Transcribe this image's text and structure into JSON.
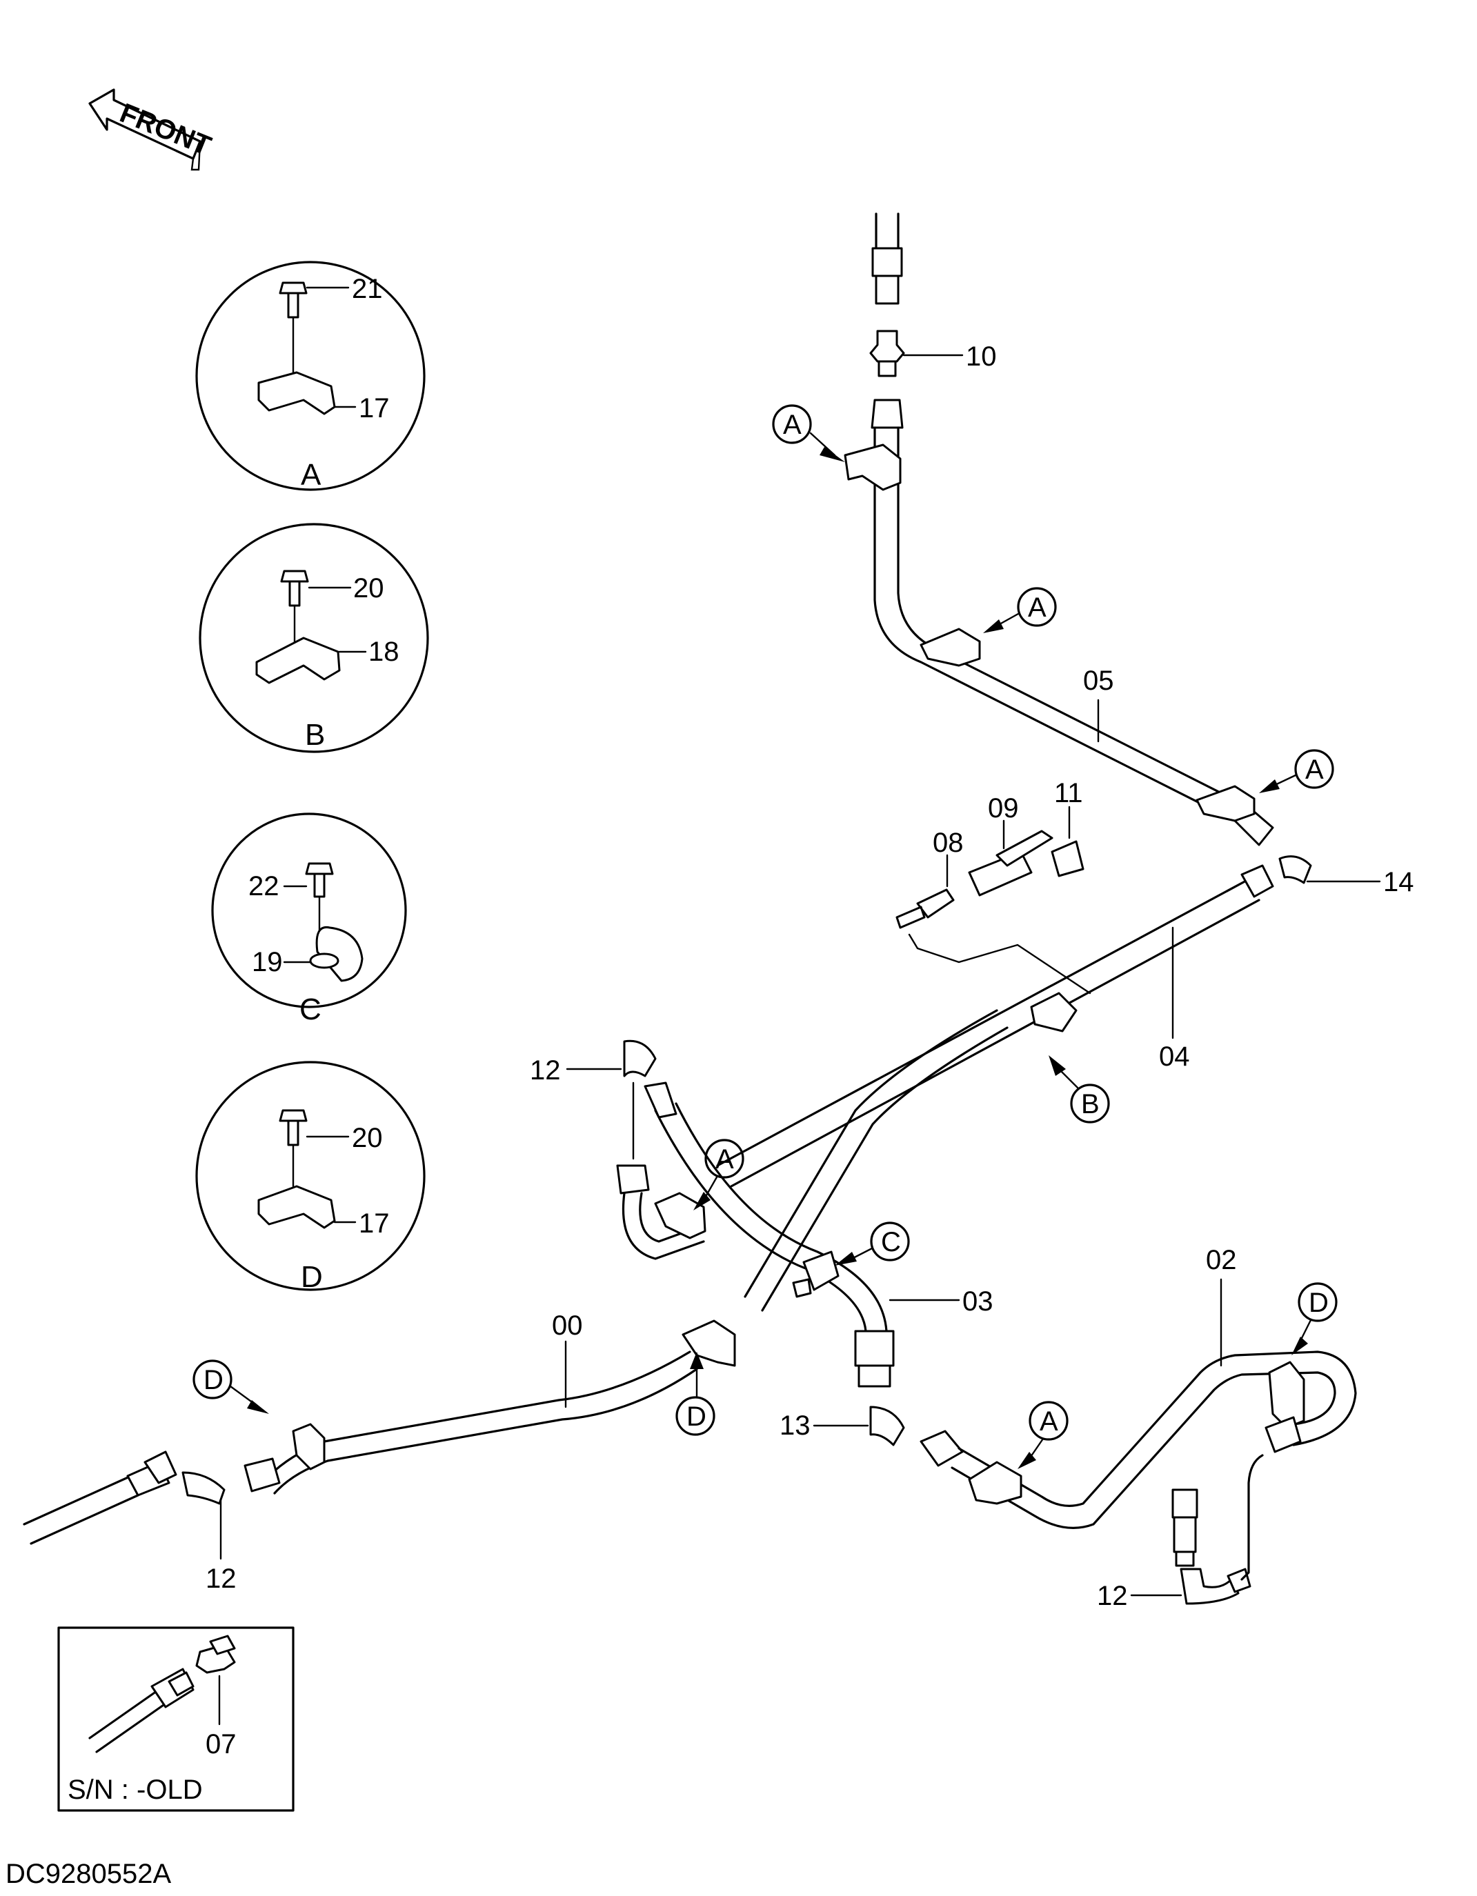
{
  "front_arrow": {
    "label": "FRONT"
  },
  "details": [
    {
      "letter": "A",
      "bolt": "21",
      "clamp": "17"
    },
    {
      "letter": "B",
      "bolt": "20",
      "clamp": "18"
    },
    {
      "letter": "C",
      "bolt": "22",
      "clamp": "19"
    },
    {
      "letter": "D",
      "bolt": "20",
      "clamp": "17"
    }
  ],
  "callouts": {
    "A": "A",
    "B": "B",
    "C": "C",
    "D": "D"
  },
  "part_numbers": {
    "p00": "00",
    "p02": "02",
    "p03": "03",
    "p04": "04",
    "p05": "05",
    "p08": "08",
    "p09": "09",
    "p10": "10",
    "p11": "11",
    "p12": "12",
    "p13": "13",
    "p14": "14",
    "p07": "07"
  },
  "inset": {
    "serial_label": "S/N :  -OLD",
    "part": "07"
  },
  "drawing_id": "DC9280552A"
}
